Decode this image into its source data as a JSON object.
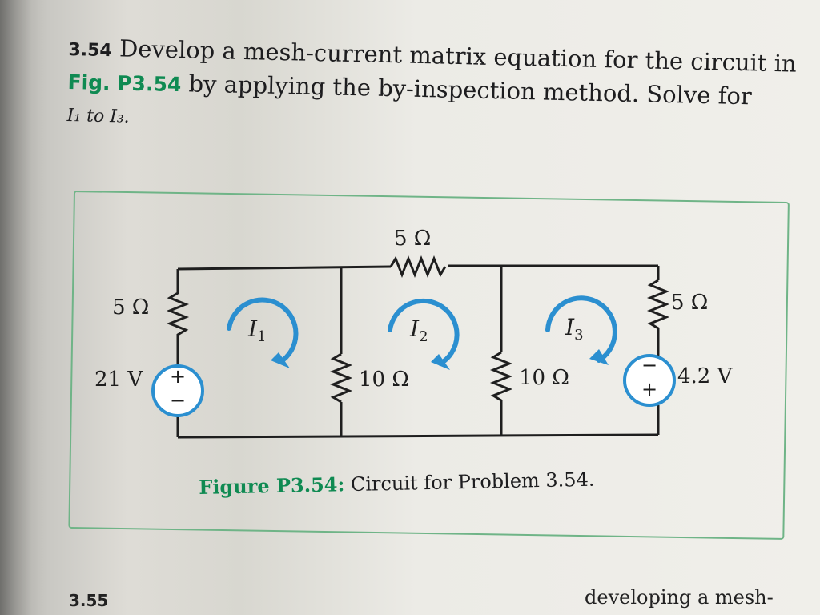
{
  "problem": {
    "number": "3.54",
    "text_before_ref": "Develop a mesh-current matrix equation for the circuit in",
    "figure_ref": "Fig. P3.54",
    "text_after_ref": "by applying the by-inspection method. Solve for",
    "solve_for": "I₁ to I₃."
  },
  "circuit": {
    "labels": {
      "r_top": "5 Ω",
      "r_left": "5 Ω",
      "r_right": "5 Ω",
      "r_mid1": "10 Ω",
      "r_mid2": "10 Ω",
      "v_left": "21 V",
      "v_right": "4.2 V"
    },
    "meshes": [
      "I",
      "I",
      "I"
    ],
    "mesh_subscripts": [
      "1",
      "2",
      "3"
    ],
    "source_left_signs": [
      "+",
      "−"
    ],
    "source_right_signs": [
      "−",
      "+"
    ],
    "accent_color": "#2b8fd0"
  },
  "caption": {
    "label": "Figure P3.54:",
    "text": "Circuit for Problem 3.54."
  },
  "footer": {
    "number": "3.55",
    "text": "developing a mesh-"
  }
}
